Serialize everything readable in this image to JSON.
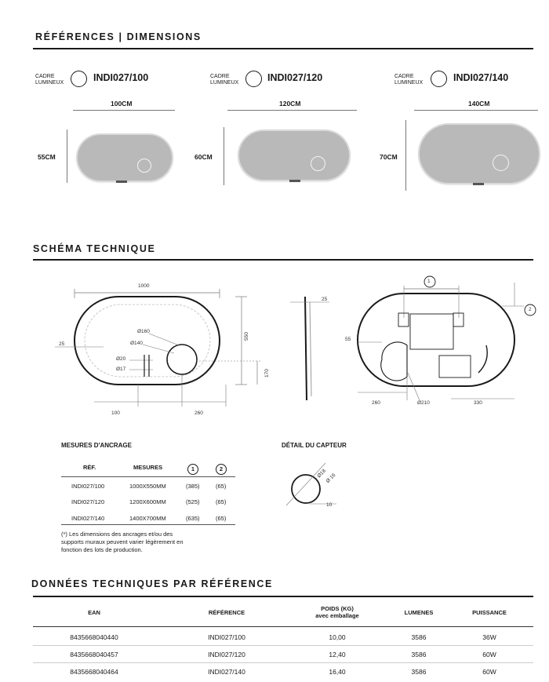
{
  "section1": {
    "title": "RÉFÉRENCES | DIMENSIONS",
    "cadre_label": "CADRE\nLUMINEUX",
    "items": [
      {
        "ref": "INDI027/100",
        "width": "100CM",
        "height": "55CM"
      },
      {
        "ref": "INDI027/120",
        "width": "120CM",
        "height": "60CM"
      },
      {
        "ref": "INDI027/140",
        "width": "140CM",
        "height": "70CM"
      }
    ]
  },
  "section2": {
    "title": "SCHÉMA TECHNIQUE",
    "front": {
      "w": "1000",
      "h": "550",
      "margin": "25",
      "d160": "Ø160",
      "d140": "Ø140",
      "d20": "Ø20",
      "d17": "Ø17",
      "v170": "170",
      "b100": "100",
      "b260": "260"
    },
    "side": {
      "depth": "25"
    },
    "back": {
      "n1": "1",
      "n2": "2",
      "v55": "55",
      "b260": "260",
      "d210": "Ø210",
      "b330": "330"
    }
  },
  "anchors": {
    "title": "MESURES D'ANCRAGE",
    "headers": {
      "ref": "RÉF.",
      "mesures": "MESURES",
      "c1": "1",
      "c2": "2"
    },
    "rows": [
      {
        "ref": "INDI027/100",
        "mesures": "1000X550MM",
        "c1": "(385)",
        "c2": "(65)"
      },
      {
        "ref": "INDI027/120",
        "mesures": "1200X600MM",
        "c1": "(525)",
        "c2": "(65)"
      },
      {
        "ref": "INDI027/140",
        "mesures": "1400X700MM",
        "c1": "(635)",
        "c2": "(65)"
      }
    ],
    "note_l1": "(*) Les dimensions des ancrages et/ou des",
    "note_l2": "supports muraux peuvent varier légèrement en",
    "note_l3": "fonction des lots de production."
  },
  "sensor": {
    "title": "DÉTAIL DU CAPTEUR",
    "d18": "Ø18",
    "d16": "Ø 16",
    "depth": "10"
  },
  "section3": {
    "title": "DONNÉES TECHNIQUES PAR RÉFÉRENCE",
    "headers": {
      "ean": "EAN",
      "reference": "RÉFÉRENCE",
      "poids": "POIDS (KG)",
      "poids_sub": "avec emballage",
      "lumenes": "LUMENES",
      "puissance": "PUISSANCE"
    },
    "rows": [
      {
        "ean": "8435668040440",
        "reference": "INDI027/100",
        "poids": "10,00",
        "lumenes": "3586",
        "puissance": "36W"
      },
      {
        "ean": "8435668040457",
        "reference": "INDI027/120",
        "poids": "12,40",
        "lumenes": "3586",
        "puissance": "60W"
      },
      {
        "ean": "8435668040464",
        "reference": "INDI027/140",
        "poids": "16,40",
        "lumenes": "3586",
        "puissance": "60W"
      }
    ]
  }
}
